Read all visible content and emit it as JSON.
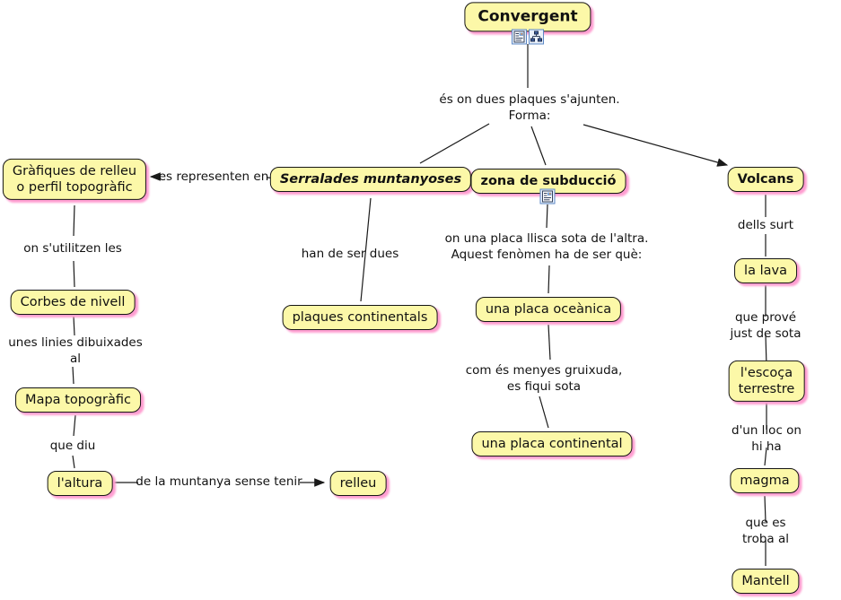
{
  "app": {
    "type": "concept-map",
    "topic": "Convergent"
  },
  "colors": {
    "background": "#FFFFFF",
    "node_fill": "#FCF8A8",
    "node_border": "#151515",
    "node_shadow": "#FF9ED1",
    "line": "#1a1a1a",
    "icon_border": "#5B87C5"
  },
  "nodes": {
    "convergent": {
      "label": "Convergent"
    },
    "grafiques": {
      "label": "Gràfiques de relleu\no perfil topogràfic"
    },
    "serralades": {
      "label": "Serralades muntanyoses"
    },
    "zona_subduccio": {
      "label": "zona de subducció"
    },
    "volcans": {
      "label": "Volcans"
    },
    "corbes_nivell": {
      "label": "Corbes de nivell"
    },
    "mapa_topografic": {
      "label": "Mapa topogràfic"
    },
    "altura": {
      "label": "l'altura"
    },
    "relleu": {
      "label": "relleu"
    },
    "plaques_continentals": {
      "label": "plaques continentals"
    },
    "placa_oceanica": {
      "label": "una placa oceànica"
    },
    "placa_continental": {
      "label": "una placa continental"
    },
    "la_lava": {
      "label": "la lava"
    },
    "escoca_terrestre": {
      "label": "l'escoça terrestre"
    },
    "magma": {
      "label": "magma"
    },
    "mantell": {
      "label": "Mantell"
    }
  },
  "linking_phrases": {
    "forma": {
      "label": "és on dues plaques s'ajunten.\nForma:"
    },
    "es_representen": {
      "label": "es representen en"
    },
    "on_sutilitzen": {
      "label": "on s'utilitzen les"
    },
    "unes_linies": {
      "label": "unes linies dibuixades\nal"
    },
    "que_diu": {
      "label": "que diu"
    },
    "de_la_muntanya": {
      "label": "de la muntanya sense tenir"
    },
    "han_de_ser": {
      "label": "han de ser dues"
    },
    "on_una_placa": {
      "label": "on una placa llisca sota de l'altra.\nAquest fenòmen ha de ser què:"
    },
    "com_es_menyes": {
      "label": "com és menyes gruixuda,\nes fiqui sota"
    },
    "dells_surt": {
      "label": "dells surt"
    },
    "que_prove": {
      "label": "que prové just de sota"
    },
    "dun_lloc": {
      "label": "d'un lloc on hi ha"
    },
    "que_es_troba": {
      "label": "que es troba al"
    }
  },
  "icons": {
    "convergent_resources": [
      "image-resource-icon",
      "hierarchy-icon"
    ],
    "zona_subduccio_resources": [
      "image-resource-icon"
    ]
  }
}
